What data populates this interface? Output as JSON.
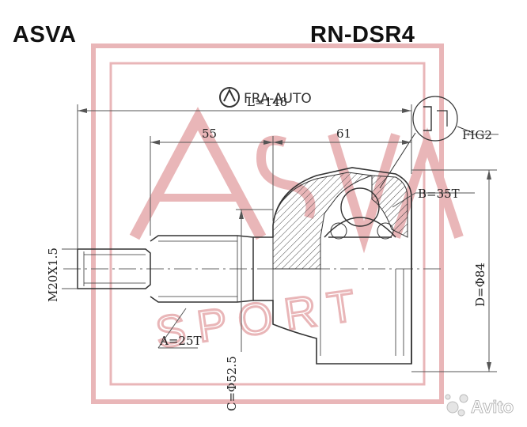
{
  "header": {
    "brand": "ASVA",
    "part_number": "RN-DSR4"
  },
  "dimensions": {
    "overall_length": "L=148",
    "shaft_length": "55",
    "housing_length": "61",
    "fig_label": "FIG2",
    "thread": "M20X1.5",
    "spline_a": "A=25T",
    "spline_b": "B=35T",
    "diameter_c": "C=Φ52.5",
    "diameter_d": "D=Φ84"
  },
  "watermark": {
    "text": "FRA-AUTO",
    "site": "Avito"
  },
  "colors": {
    "stamp": "#e9b6b8",
    "line": "#3a3a3a",
    "dim": "#555555"
  }
}
